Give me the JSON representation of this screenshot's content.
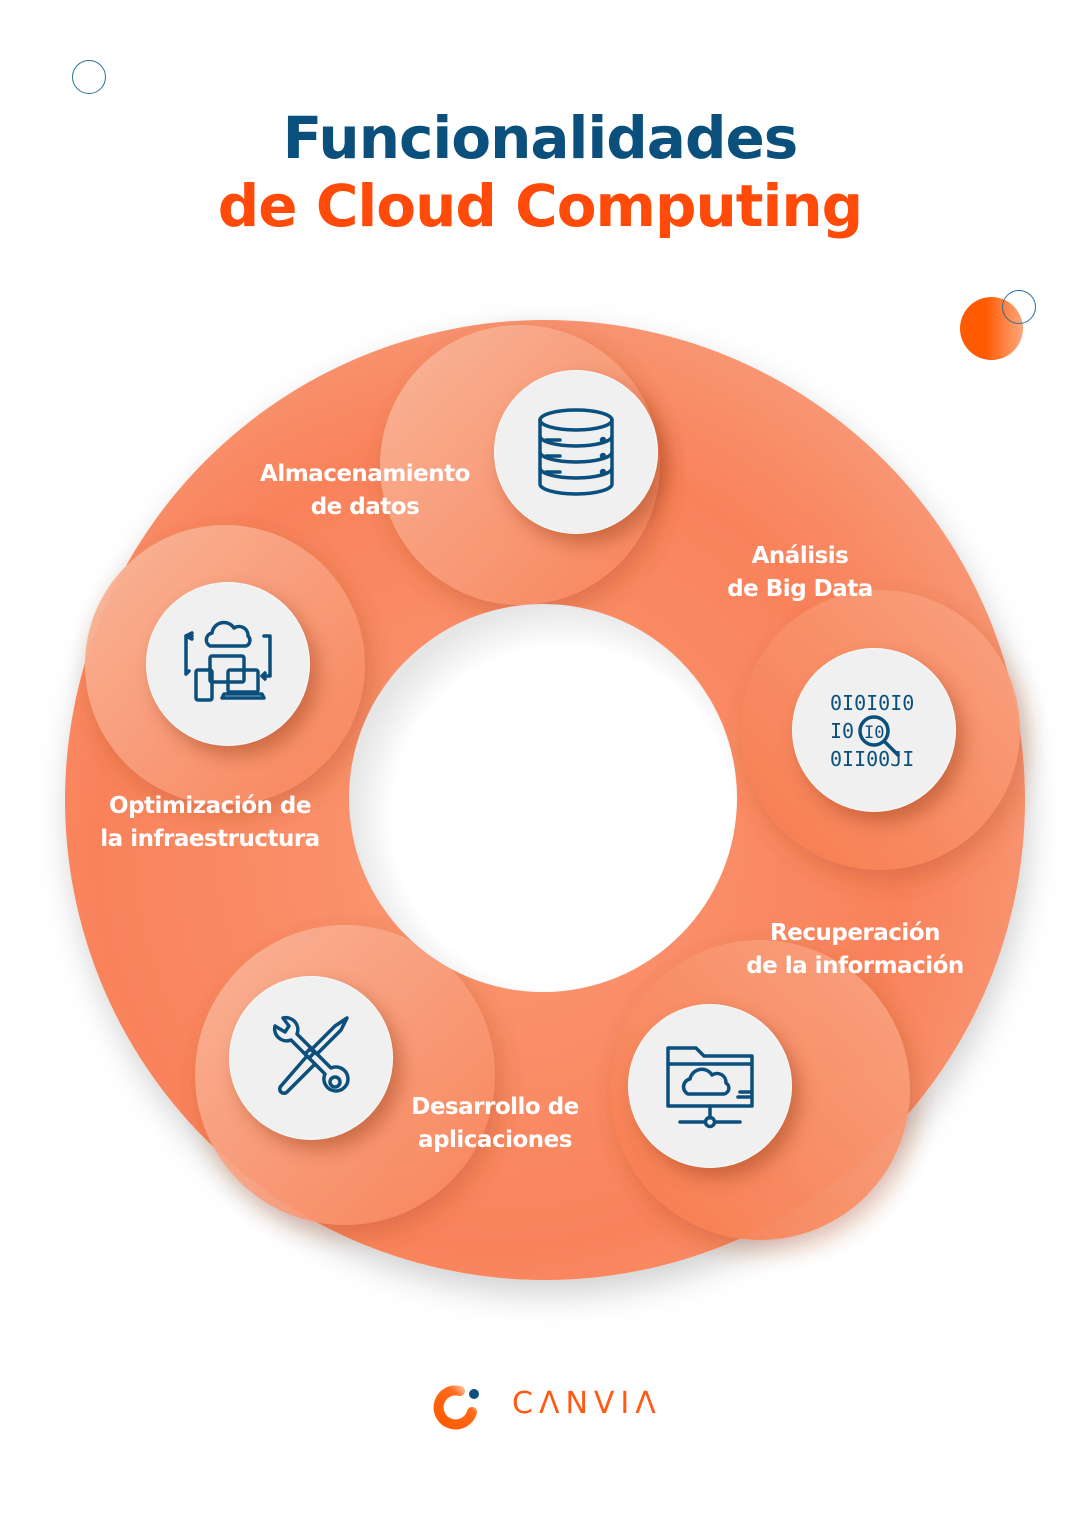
{
  "title": {
    "line1": "Funcionalidades",
    "line2": "de Cloud Computing",
    "line1_color": "#0b4f7c",
    "line2_color": "#ff4a0a"
  },
  "diagram": {
    "type": "circular-cycle",
    "ring_color": "#f98a5f",
    "icon_color": "#0b4f7c",
    "items": [
      {
        "label_line1": "Almacenamiento",
        "label_line2": "de datos",
        "icon": "database-icon"
      },
      {
        "label_line1": "Análisis",
        "label_line2": "de Big Data",
        "icon": "binary-search-icon"
      },
      {
        "label_line1": "Recuperación",
        "label_line2": "de la información",
        "icon": "cloud-folder-network-icon"
      },
      {
        "label_line1": "Desarrollo de",
        "label_line2": "aplicaciones",
        "icon": "wrench-screwdriver-icon"
      },
      {
        "label_line1": "Optimización de",
        "label_line2": "la infraestructura",
        "icon": "cloud-devices-sync-icon"
      }
    ]
  },
  "logo": {
    "text": "CANVIA",
    "display_text": "CΛNVIΛ",
    "color": "#ff5a14",
    "dot_color": "#0b4f7c"
  }
}
